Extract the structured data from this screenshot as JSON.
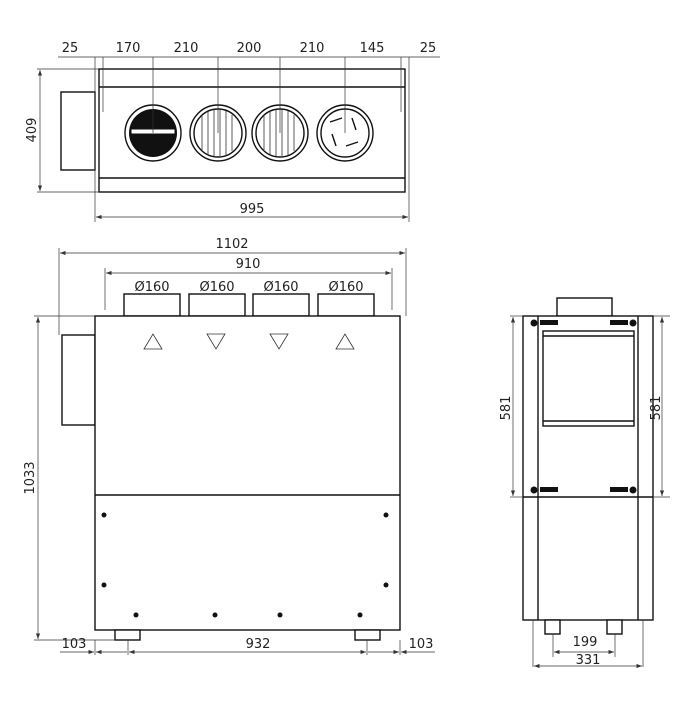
{
  "top_view": {
    "dims_top": [
      "25",
      "170",
      "210",
      "200",
      "210",
      "145",
      "25"
    ],
    "height": "409",
    "width": "995"
  },
  "front_view": {
    "overall_width": "1102",
    "duct_span": "910",
    "duct_labels": [
      "Ø160",
      "Ø160",
      "Ø160",
      "Ø160"
    ],
    "airflow_arrows": [
      "up",
      "down",
      "down",
      "up"
    ],
    "height": "1033",
    "foot_left": "103",
    "foot_span": "932",
    "foot_right": "103"
  },
  "side_view": {
    "height_left": "581",
    "height_right": "581",
    "foot_span": "199",
    "width": "331"
  },
  "colors": {
    "line": "#111111",
    "background": "#ffffff"
  }
}
